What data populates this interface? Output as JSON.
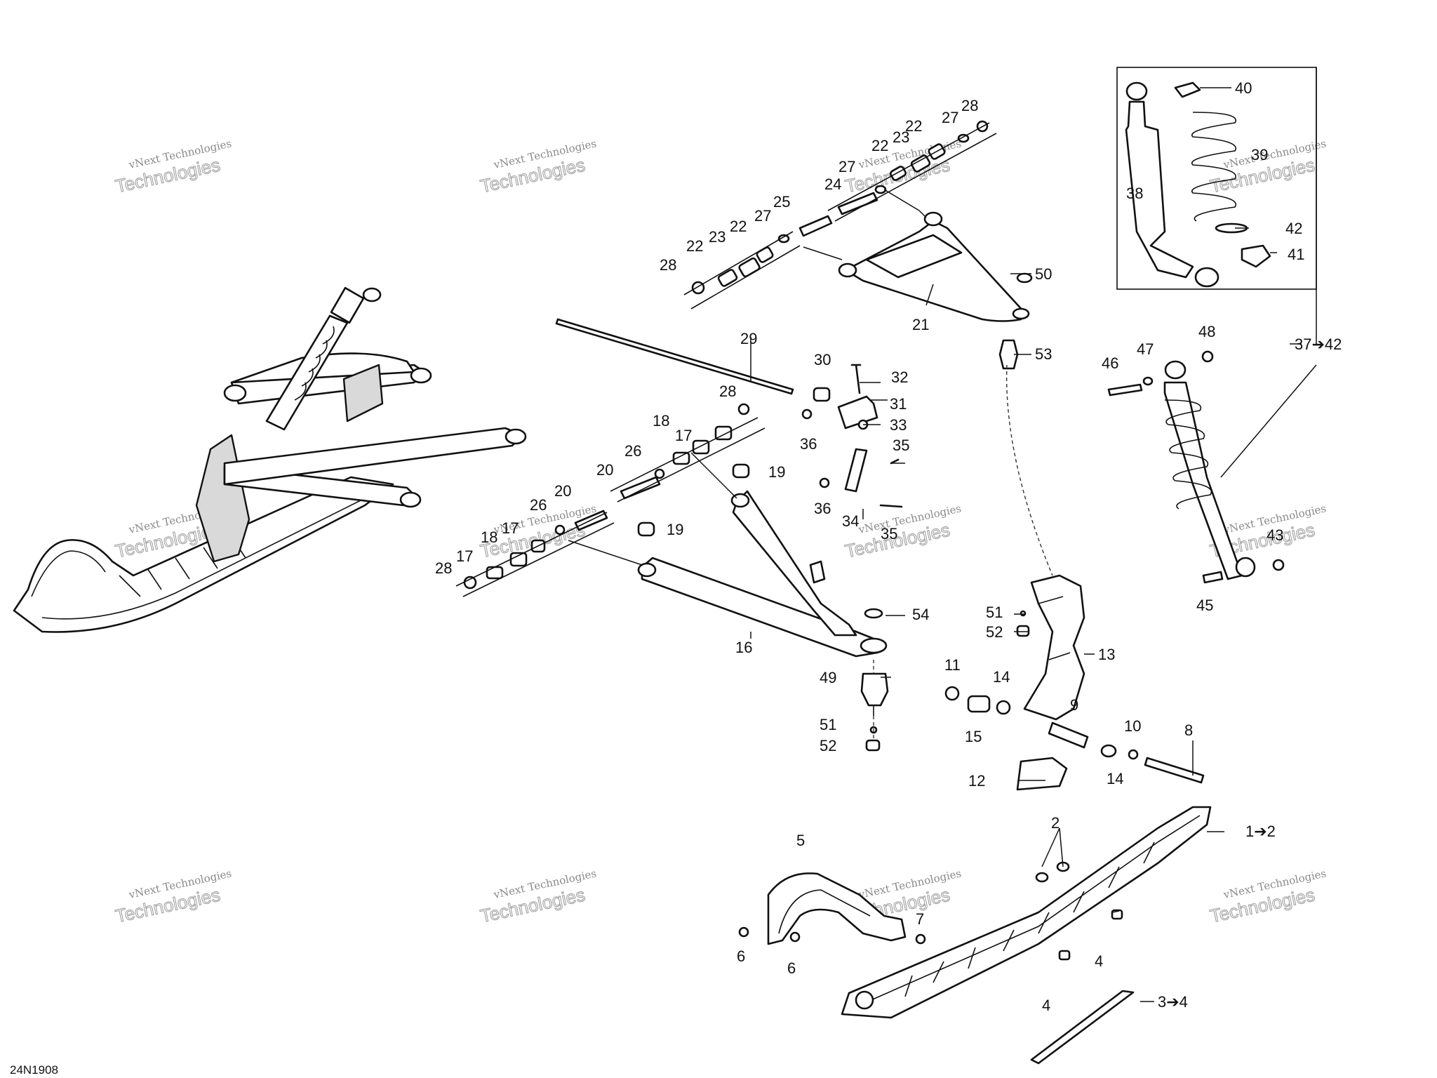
{
  "drawing_number": "24N1908",
  "watermark": {
    "line1": "vNext Technologies",
    "line2": "Technologies"
  },
  "callouts": {
    "c1": "1➔2",
    "c2": "2",
    "c3": "3➔4",
    "c4a": "4",
    "c4b": "4",
    "c5": "5",
    "c6a": "6",
    "c6b": "6",
    "c7": "7",
    "c8": "8",
    "c9": "9",
    "c10": "10",
    "c11": "11",
    "c12": "12",
    "c13": "13",
    "c14a": "14",
    "c14b": "14",
    "c15": "15",
    "c16": "16",
    "c17a": "17",
    "c17b": "17",
    "c17c": "17",
    "c18a": "18",
    "c18b": "18",
    "c19a": "19",
    "c19b": "19",
    "c20a": "20",
    "c20b": "20",
    "c21": "21",
    "c22a": "22",
    "c22b": "22",
    "c22c": "22",
    "c22d": "22",
    "c23a": "23",
    "c23b": "23",
    "c24": "24",
    "c25": "25",
    "c26a": "26",
    "c26b": "26",
    "c27a": "27",
    "c27b": "27",
    "c27c": "27",
    "c28a": "28",
    "c28b": "28",
    "c28c": "28",
    "c28d": "28",
    "c29": "29",
    "c30": "30",
    "c31": "31",
    "c32": "32",
    "c33": "33",
    "c34": "34",
    "c35a": "35",
    "c35b": "35",
    "c36a": "36",
    "c36b": "36",
    "c37": "37➔42",
    "c38": "38",
    "c39": "39",
    "c40": "40",
    "c41": "41",
    "c42": "42",
    "c43": "43",
    "c45": "45",
    "c46": "46",
    "c47": "47",
    "c48": "48",
    "c49": "49",
    "c50": "50",
    "c51a": "51",
    "c51b": "51",
    "c52a": "52",
    "c52b": "52",
    "c53": "53",
    "c54": "54"
  }
}
